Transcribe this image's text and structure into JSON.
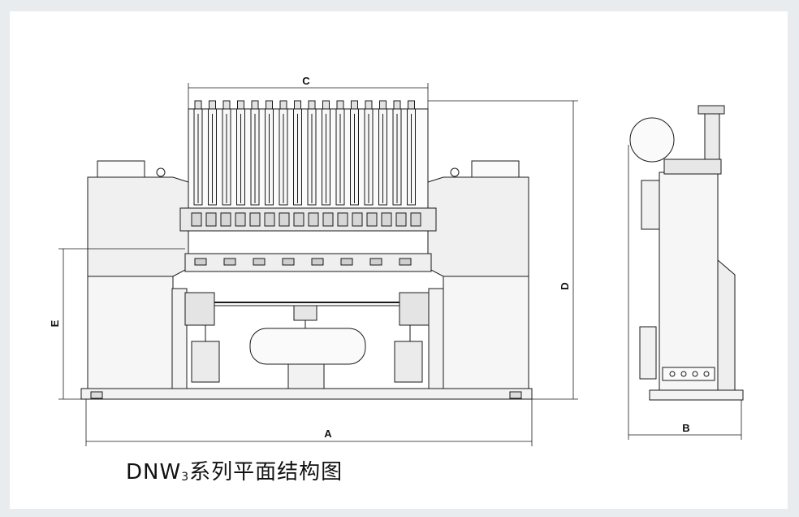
{
  "dimensions": {
    "A": "A",
    "B": "B",
    "C": "C",
    "D": "D",
    "E": "E"
  },
  "caption": {
    "model_prefix": "DNW",
    "model_subscript": "3",
    "title_text": "系列平面结构图"
  },
  "colors": {
    "line": "#1a1a1a",
    "fill_light": "#f4f4f4",
    "fill_mid": "#d9d9d9",
    "background": "#e8ecef",
    "sheet": "#ffffff"
  }
}
